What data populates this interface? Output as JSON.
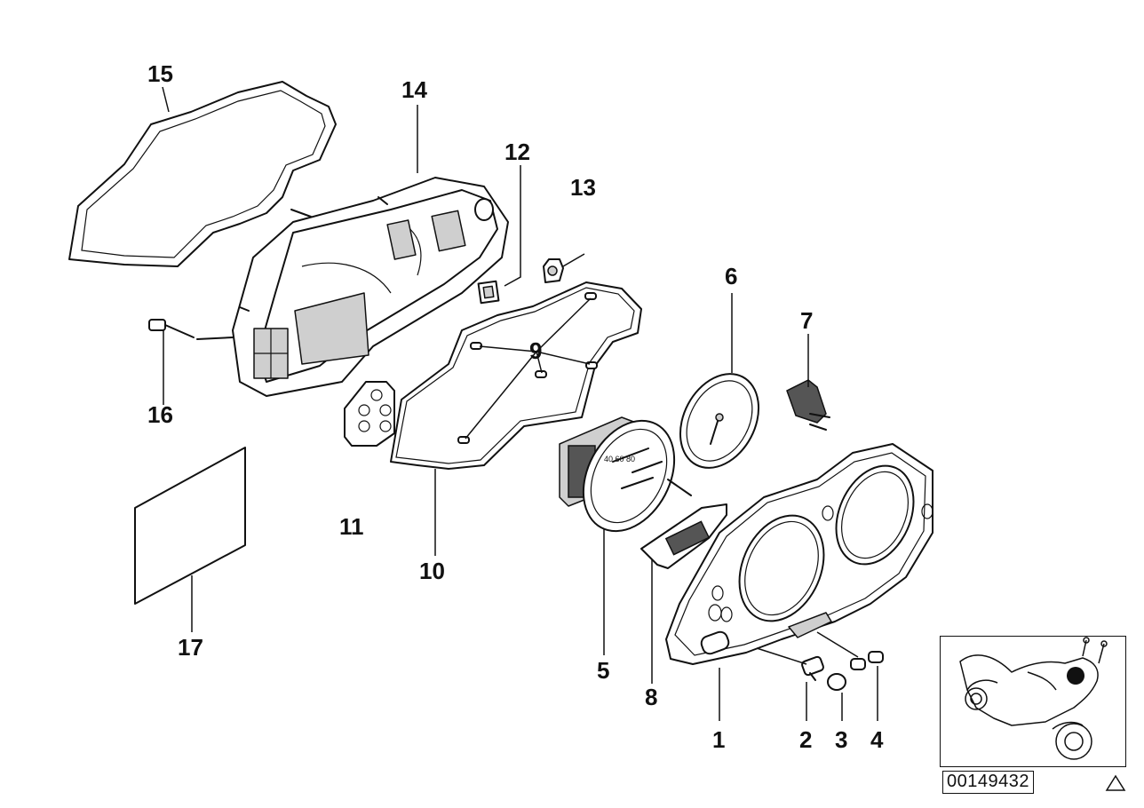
{
  "diagram_id": "00149432",
  "callouts": {
    "c1": "1",
    "c2": "2",
    "c3": "3",
    "c4": "4",
    "c5": "5",
    "c6": "6",
    "c7": "7",
    "c8": "8",
    "c9": "9",
    "c10": "10",
    "c11": "11",
    "c12": "12",
    "c13": "13",
    "c14": "14",
    "c15": "15",
    "c16": "16",
    "c17": "17"
  },
  "icons": {
    "reference_thumbnail": "motorcycle-location-icon",
    "corner_mark": "triangle-icon"
  }
}
